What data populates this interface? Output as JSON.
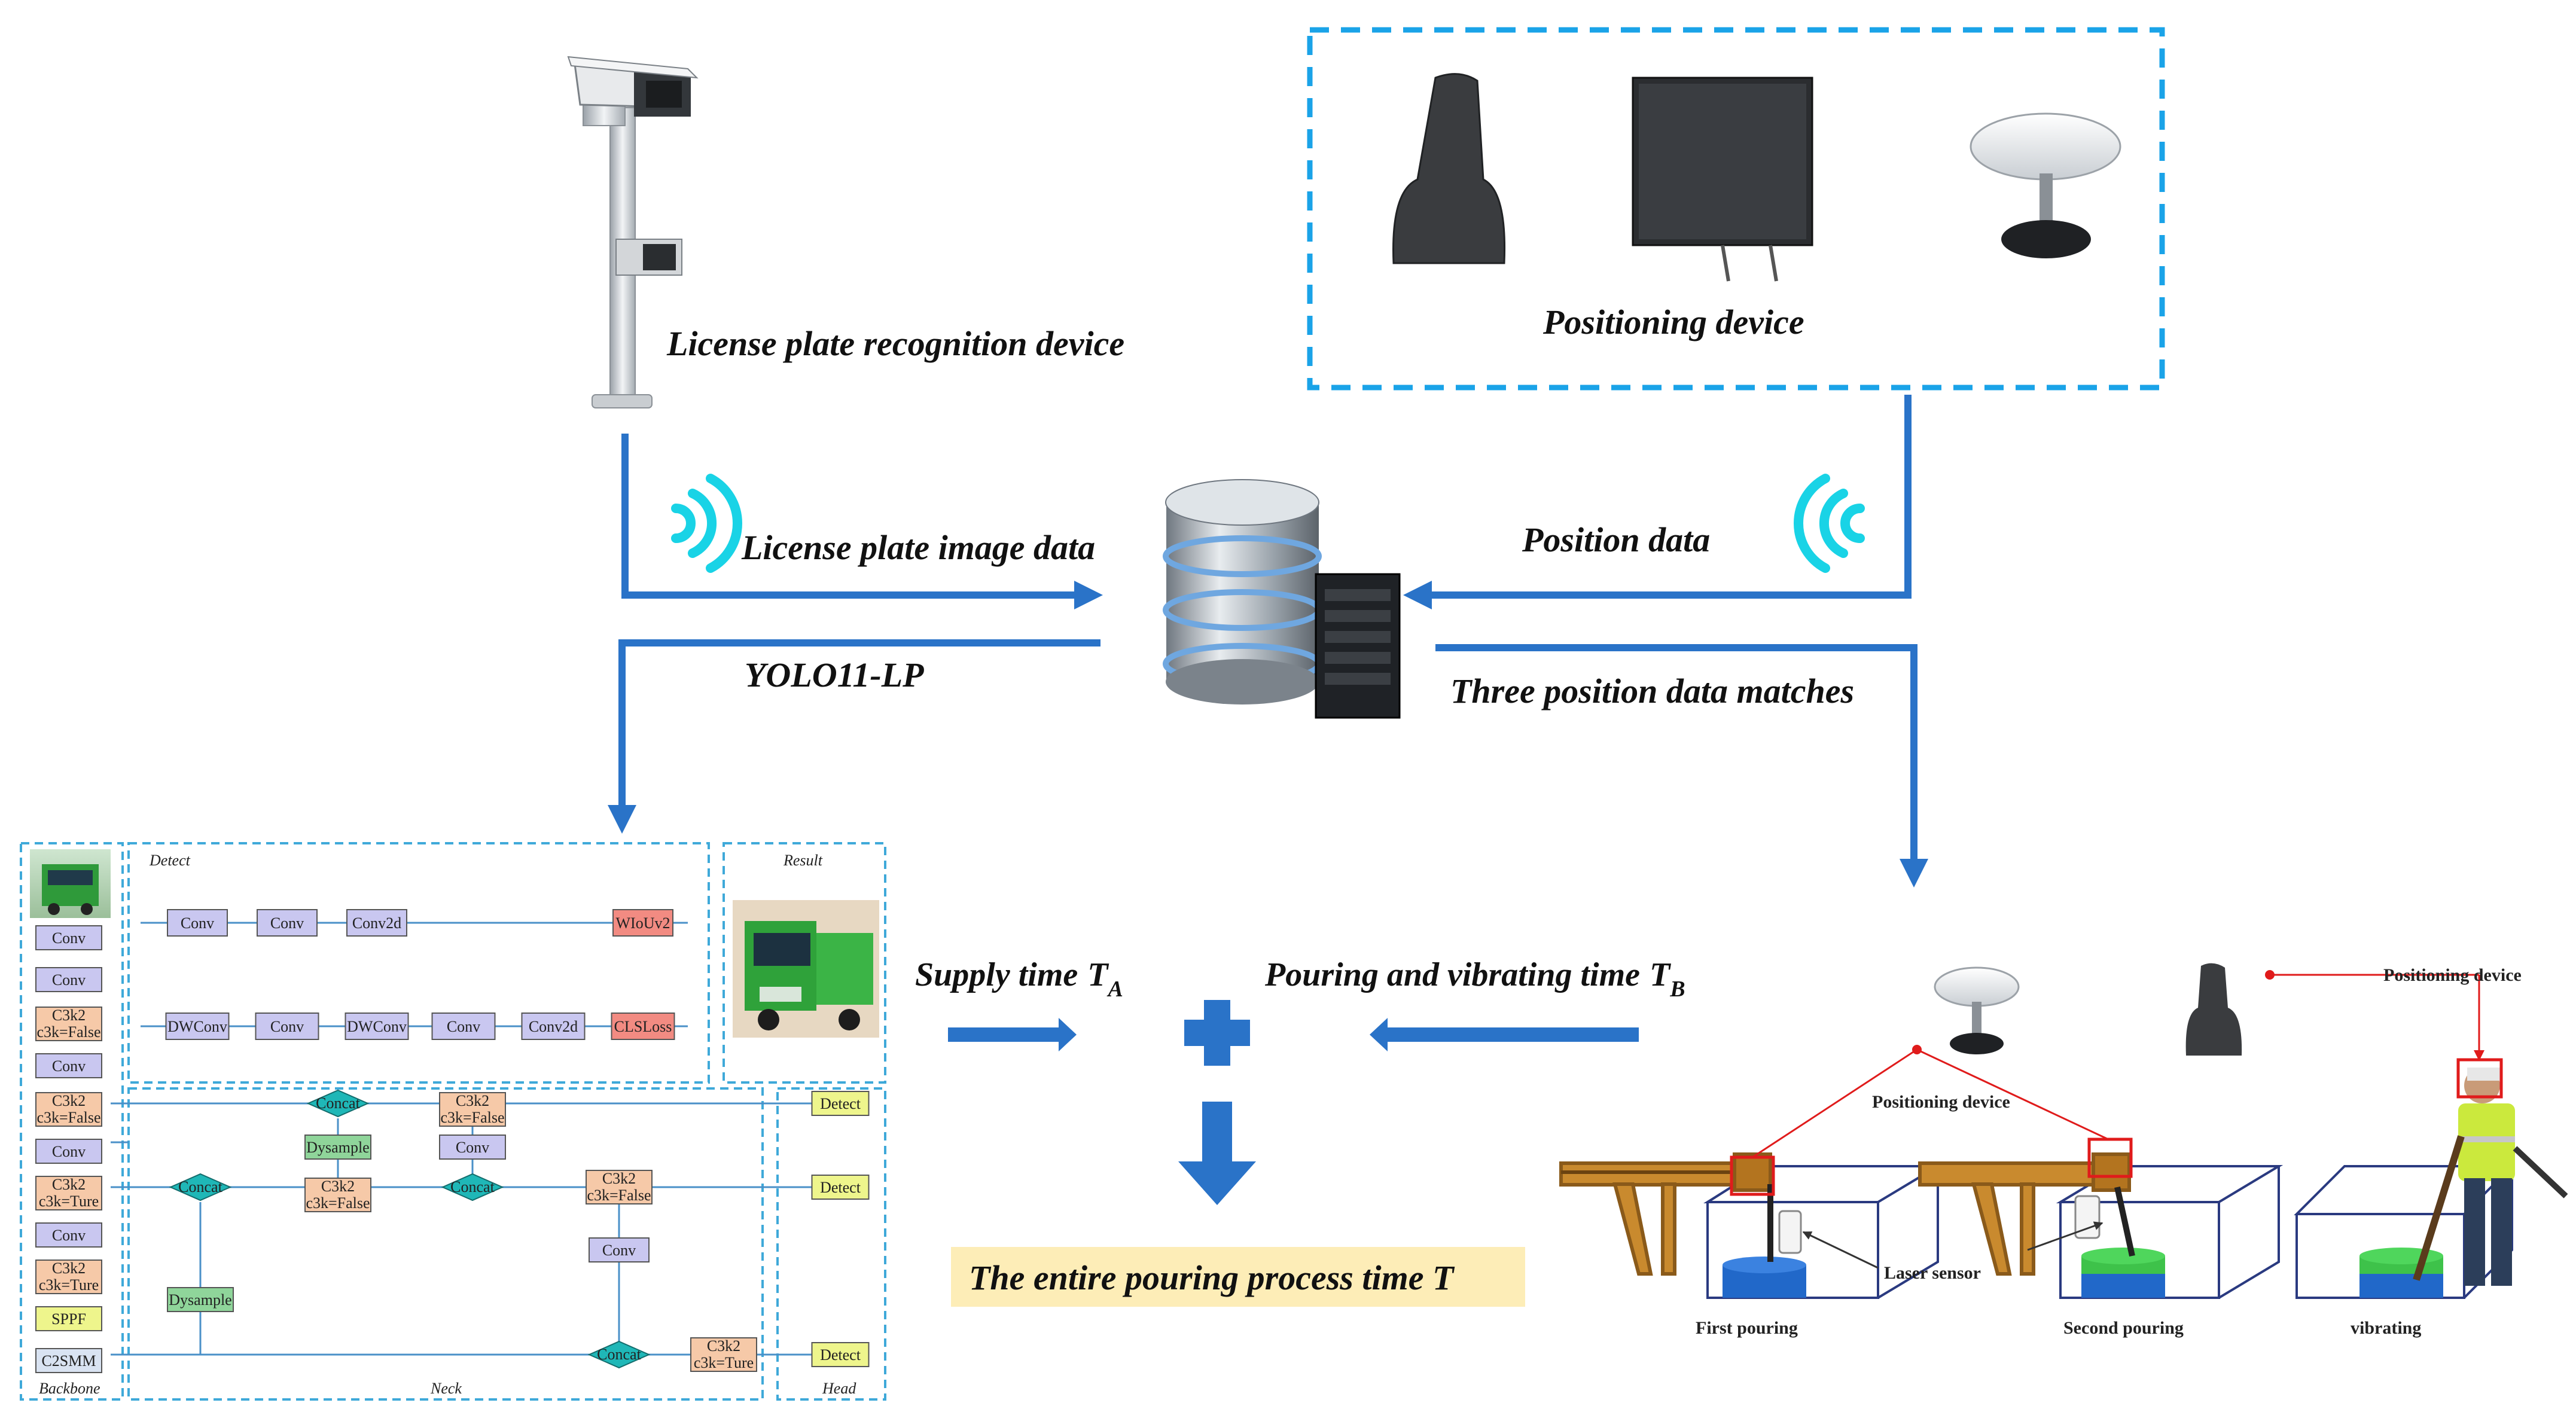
{
  "labels": {
    "lpr_device": "License plate recognition device",
    "positioning_device_top": "Positioning device",
    "license_plate_image_data": "License plate image data",
    "position_data": "Position data",
    "yolo": "YOLO11-LP",
    "three_position_matches": "Three position data matches",
    "supply_time": "Supply time",
    "supply_sub": "A",
    "pouring_time": "Pouring and vibrating time",
    "pouring_sub": "B",
    "T_letter": "T",
    "entire_time": "The entire pouring process time T"
  },
  "network": {
    "detect_title": "Detect",
    "result_title": "Result",
    "backbone_title": "Backbone",
    "neck_title": "Neck",
    "head_title": "Head",
    "detect_row1": [
      "Conv",
      "Conv",
      "Conv2d",
      "WIoUv2"
    ],
    "detect_row2": [
      "DWConv",
      "Conv",
      "DWConv",
      "Conv",
      "Conv2d",
      "CLSLoss"
    ],
    "backbone": [
      "Conv",
      "Conv",
      "C3k2 c3k=False",
      "Conv",
      "C3k2 c3k=False",
      "Conv",
      "C3k2 c3k=Ture",
      "Conv",
      "C3k2 c3k=Ture",
      "SPPF",
      "C2SMM"
    ],
    "neck_concat": "Concat",
    "neck_dysample": "Dysample",
    "neck_c3k2_false": "C3k2 c3k=False",
    "neck_c3k2_true": "C3k2 c3k=Ture",
    "neck_conv": "Conv",
    "head_detect": "Detect"
  },
  "scene": {
    "positioning_device_1": "Positioning device",
    "positioning_device_2": "Positioning device",
    "laser_sensor": "Laser sensor",
    "first_pouring": "First pouring",
    "second_pouring": "Second pouring",
    "vibrating": "vibrating"
  },
  "colors": {
    "arrow_blue": "#2a73c8",
    "dash_blue": "#1aa3e8",
    "net_dash": "#3fa9d9",
    "conv_fill": "#c9c7f0",
    "c3k2_fill": "#f6c9a8",
    "detect_fill": "#eef58c",
    "green_fill": "#8fd59a",
    "red_fill": "#f28b82",
    "teal_fill": "#1fb7b7",
    "highlight": "#fdedb7",
    "wifi_cyan": "#19d3e6",
    "red_marker": "#e01b1b"
  }
}
